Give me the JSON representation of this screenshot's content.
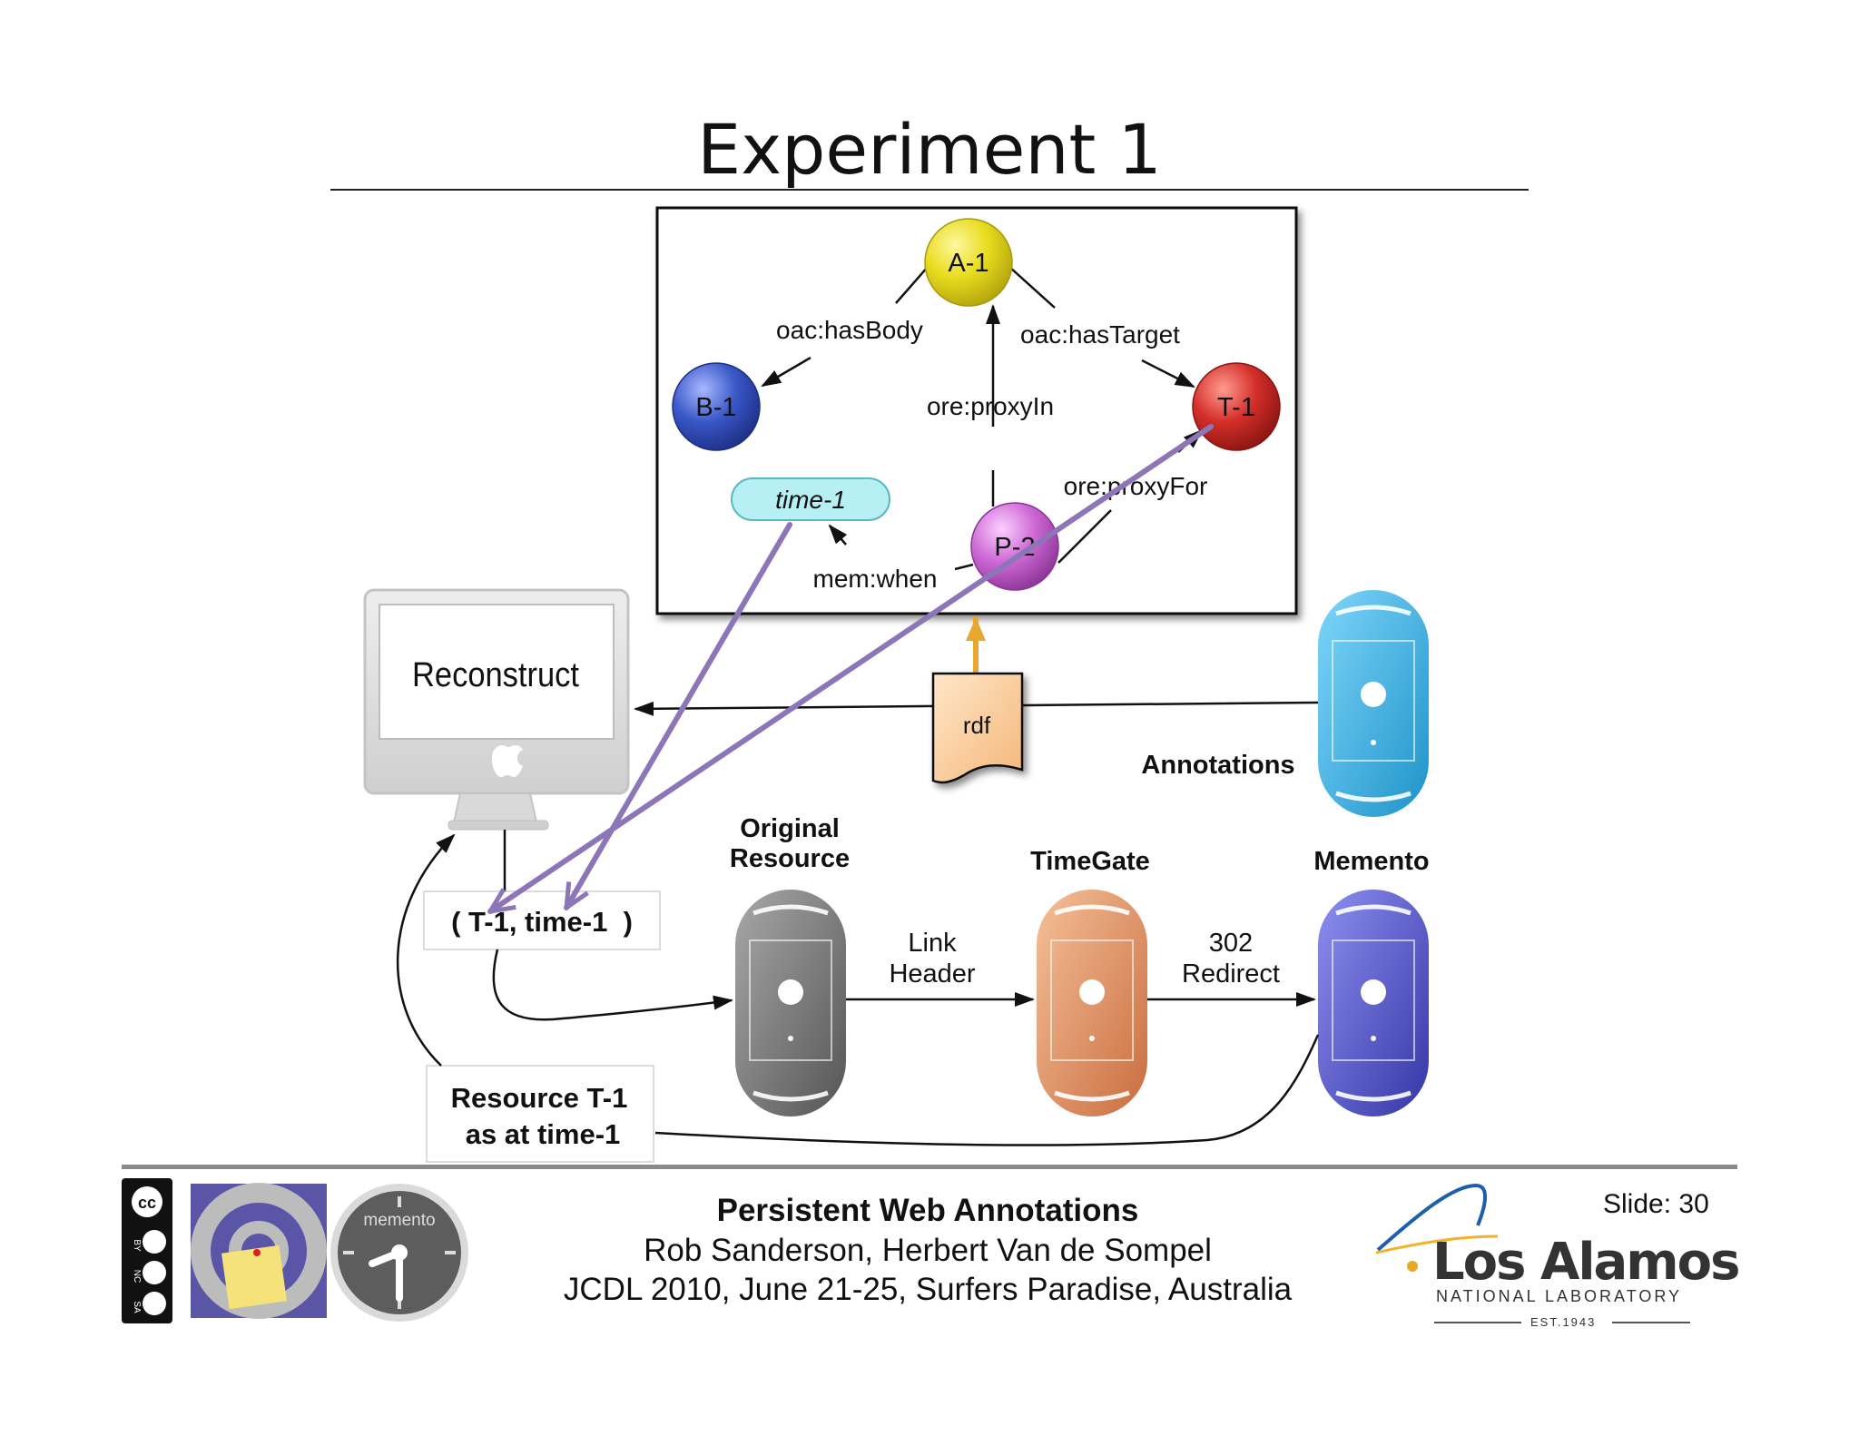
{
  "slide": {
    "title": "Experiment 1",
    "footer": {
      "title": "Persistent Web Annotations",
      "authors": "Rob Sanderson, Herbert Van de Sompel",
      "venue": "JCDL 2010, June 21-25, Surfers Paradise, Australia",
      "slide_number": "Slide: 30"
    }
  },
  "rdf_graph": {
    "nodes": {
      "a1": "A-1",
      "b1": "B-1",
      "t1": "T-1",
      "p2": "P-2",
      "time1": "time-1"
    },
    "edges": {
      "has_body": "oac:hasBody",
      "has_target": "oac:hasTarget",
      "proxy_in": "ore:proxyIn",
      "proxy_for": "ore:proxyFor",
      "mem_when": "mem:when"
    }
  },
  "flow": {
    "reconstruct": "Reconstruct",
    "rdf_document": "rdf",
    "annotations_label": "Annotations",
    "original_resource_line1": "Original",
    "original_resource_line2": "Resource",
    "timegate_label": "TimeGate",
    "memento_label": "Memento",
    "link_header_line1": "Link",
    "link_header_line2": "Header",
    "redirect_line1": "302",
    "redirect_line2": "Redirect",
    "tuple_label": "( T-1, time-1  )",
    "resource_line1": "Resource T-1",
    "resource_line2": "as at time-1"
  },
  "logos": {
    "license_badge": [
      "BY",
      "NC",
      "SA"
    ],
    "memento_clock_text": "memento",
    "lanl_name": "Los Alamos",
    "lanl_subtitle": "NATIONAL LABORATORY",
    "lanl_established": "EST.1943"
  },
  "colors": {
    "a1": "#e8dc1e",
    "b1": "#3a58c8",
    "t1": "#d42f2a",
    "p2": "#cf6ad6",
    "time1": "#b7f0f4",
    "annotations_server": "#33b2e6",
    "original_server": "#777777",
    "timegate_server": "#e49a6a",
    "memento_server": "#5a5cc8",
    "purple_arrow": "#8d76b8",
    "orange_arrow": "#e8a830"
  }
}
